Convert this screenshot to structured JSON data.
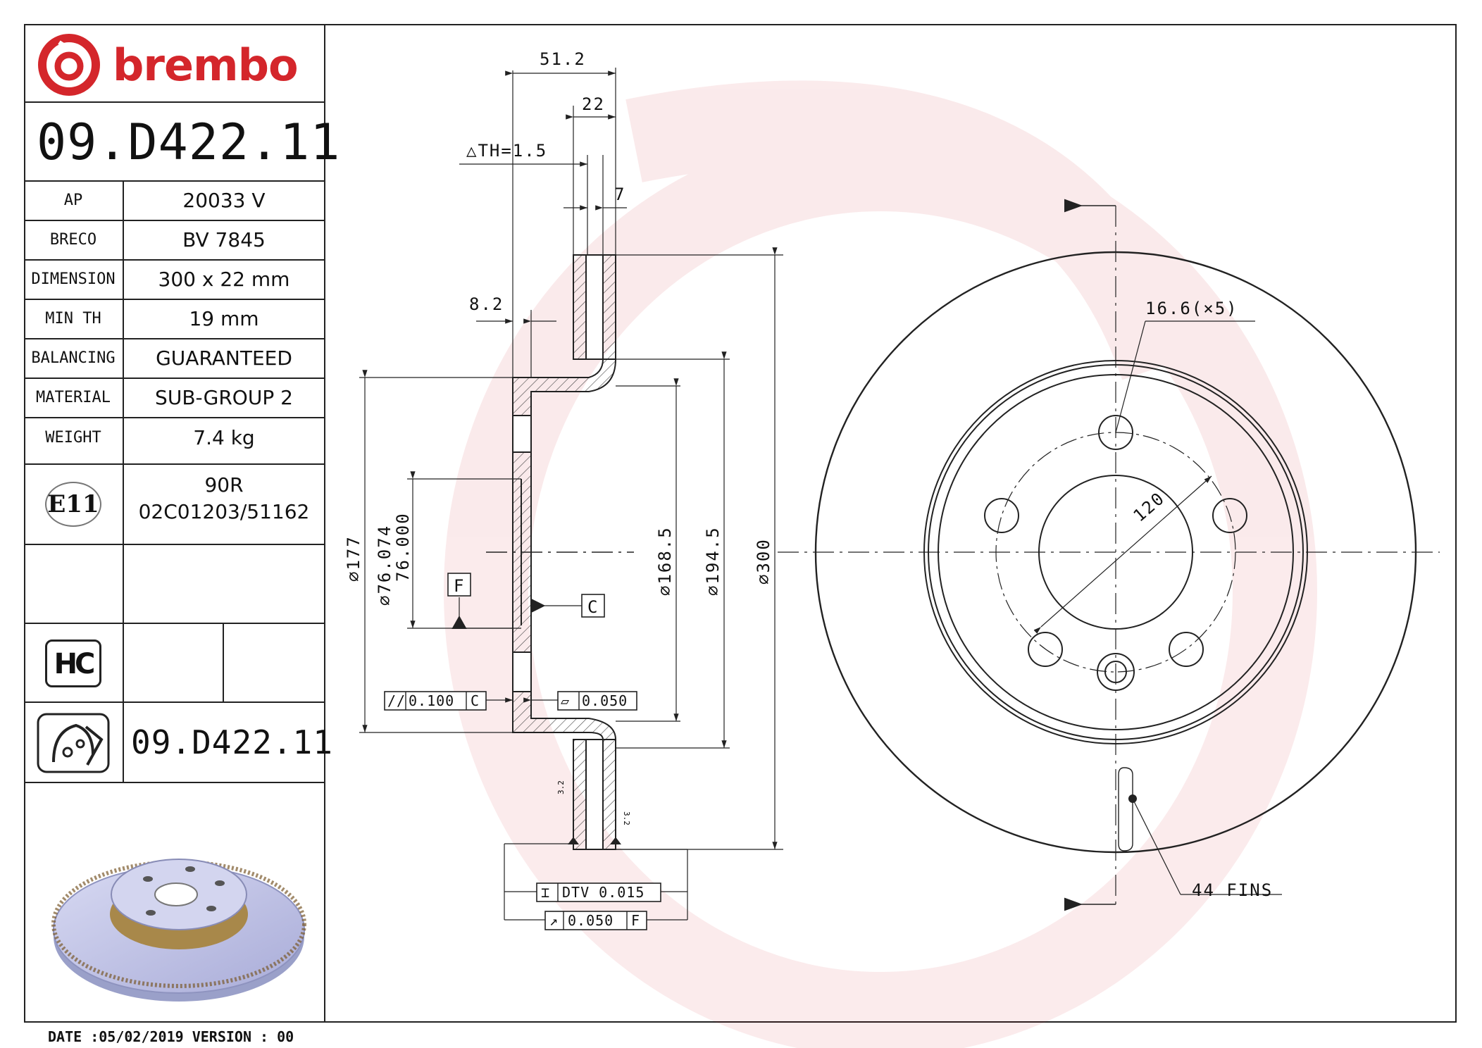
{
  "brand": {
    "name": "brembo",
    "color": "#d4262b"
  },
  "part_number": "09.D422.11",
  "specs": [
    {
      "label": "AP",
      "value": "20033 V"
    },
    {
      "label": "BRECO",
      "value": "BV 7845"
    },
    {
      "label": "DIMENSION",
      "value": "300 x 22 mm"
    },
    {
      "label": "MIN TH",
      "value": "19 mm"
    },
    {
      "label": "BALANCING",
      "value": "GUARANTEED"
    },
    {
      "label": "MATERIAL",
      "value": "SUB-GROUP 2"
    },
    {
      "label": "WEIGHT",
      "value": "7.4 kg"
    }
  ],
  "certification": {
    "mark": "E11",
    "regulation": "90R",
    "approval": "02C01203/51162"
  },
  "hc_badge": "HC",
  "part_number_repeat": "09.D422.11",
  "footer": "DATE :05/02/2019 VERSION : 00",
  "section_view": {
    "dims": {
      "overall_height": "51.2",
      "thickness": "22",
      "th_tolerance": "△TH=1.5",
      "cheek": "7",
      "hat_offset": "8.2",
      "d177": "∅177",
      "d76_max": "∅76.074",
      "d76_min": "76.000",
      "d168": "∅168.5",
      "d194": "∅194.5",
      "d300": "∅300",
      "small_dim_a": "3.2",
      "small_dim_b": "3.2"
    },
    "datums": {
      "f": "F",
      "c": "C"
    },
    "tolerances": {
      "parallel": {
        "symbol": "//",
        "value": "0.100",
        "datum": "C"
      },
      "flatness": {
        "symbol": "▱",
        "value": "0.050"
      },
      "dtv": {
        "symbol": "⌶",
        "value": "DTV 0.015"
      },
      "runout": {
        "symbol": "↗",
        "value": "0.050",
        "datum": "F"
      }
    }
  },
  "front_view": {
    "bolt_hole": "16.6(×5)",
    "pcd": "120",
    "fins": "44 FINS"
  }
}
